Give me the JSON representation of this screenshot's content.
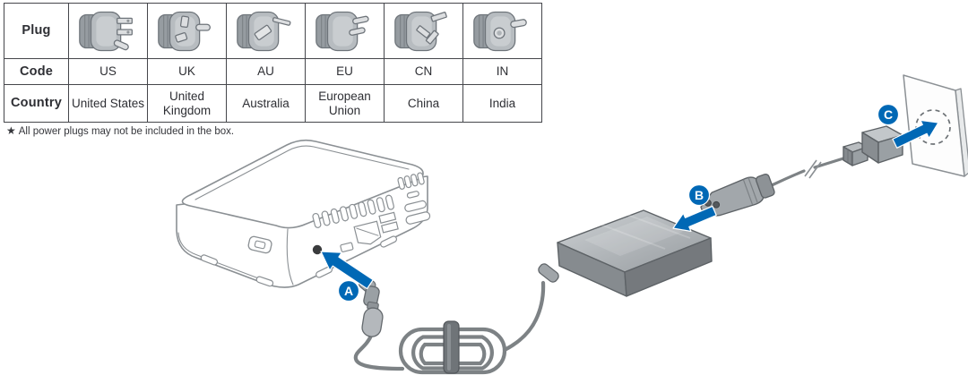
{
  "table": {
    "row_labels": {
      "plug": "Plug",
      "code": "Code",
      "country": "Country"
    },
    "plugs": [
      {
        "code": "US",
        "country": "United States",
        "icon": "plug-icon-us"
      },
      {
        "code": "UK",
        "country": "United Kingdom",
        "icon": "plug-icon-uk"
      },
      {
        "code": "AU",
        "country": "Australia",
        "icon": "plug-icon-au"
      },
      {
        "code": "EU",
        "country": "European Union",
        "icon": "plug-icon-eu"
      },
      {
        "code": "CN",
        "country": "China",
        "icon": "plug-icon-cn"
      },
      {
        "code": "IN",
        "country": "India",
        "icon": "plug-icon-in"
      }
    ],
    "footnote_star": "★",
    "footnote": "All power plugs may not be included in the box."
  },
  "diagram": {
    "steps": [
      {
        "label": "A"
      },
      {
        "label": "B"
      },
      {
        "label": "C"
      }
    ]
  },
  "colors": {
    "accent_blue": "#0068B5",
    "line_gray": "#8B9094",
    "metal_light": "#C9CDD0",
    "metal_mid": "#9AA0A4",
    "metal_dark": "#75797D",
    "table_border": "#45464B",
    "text": "#2E2F34"
  }
}
